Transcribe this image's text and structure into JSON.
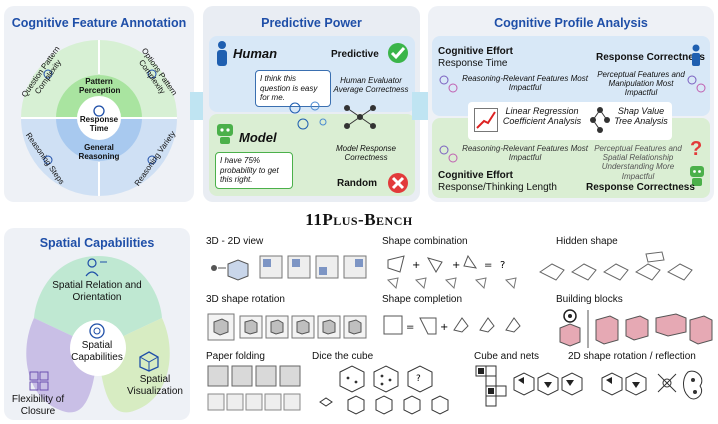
{
  "cognitive_feature_annotation": {
    "title": "Cognitive Feature Annotation",
    "center": "Response Time",
    "pattern_perception": "Pattern Perception",
    "general_reasoning": "General Reasoning",
    "question_pattern_complexity": "Question Pattern Complexity",
    "options_pattern_complexity": "Options Pattern Complexity",
    "reasoning_steps": "Reasoning Steps",
    "reasoning_variety": "Reasoning Variety"
  },
  "predictive_power": {
    "title": "Predictive Power",
    "human_label": "Human",
    "human_bubble": "I think this question is easy for me.",
    "predictive_label": "Predictive",
    "human_evaluator": "Human Evaluator Average Correctness",
    "model_label": "Model",
    "model_bubble": "I have 75% probability to get this right.",
    "model_response": "Model Response Correctness",
    "random_label": "Random"
  },
  "cognitive_profile_analysis": {
    "title": "Cognitive Profile Analysis",
    "top_left_title": "Cognitive Effort",
    "top_left_sub": "Response Time",
    "top_right_title": "Response Correctness",
    "top_left_feat": "Reasoning-Relevant Features Most Impactful",
    "top_right_feat": "Perceptual Features and Manipulation Most Impactful",
    "linreg": "Linear Regression Coefficient Analysis",
    "shap": "Shap Value Tree Analysis",
    "bot_left_feat": "Reasoning-Relevant Features Most Impactful",
    "bot_right_feat": "Perceptual Features and Spatial Relationship Understanding More Impactful",
    "bot_left_title": "Cognitive Effort",
    "bot_left_sub": "Response/Thinking Length",
    "bot_right_title": "Response Correctness"
  },
  "bench_title": "11Plus-Bench",
  "spatial": {
    "title": "Spatial Capabilities",
    "relation": "Spatial Relation and Orientation",
    "center": "Spatial Capabilities",
    "visualization": "Spatial Visualization",
    "flexibility": "Flexibility of Closure"
  },
  "tasks": {
    "view3d2d": "3D - 2D view",
    "shape_combination": "Shape combination",
    "hidden_shape": "Hidden shape",
    "rotation3d": "3D shape rotation",
    "shape_completion": "Shape completion",
    "building_blocks": "Building blocks",
    "paper_folding": "Paper folding",
    "dice": "Dice the cube",
    "cube_nets": "Cube and nets",
    "rotation2d": "2D shape rotation / reflection"
  },
  "colors": {
    "blue_title": "#1f4fa8",
    "green_check": "#3bb54a",
    "red_x": "#e23a3a",
    "human_blue": "#1f5fb0",
    "model_green": "#4bb04a"
  }
}
